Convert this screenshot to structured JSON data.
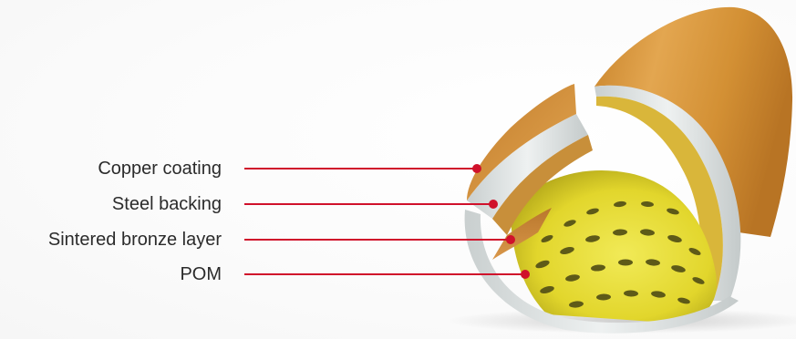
{
  "labels": [
    {
      "text": "Copper coating"
    },
    {
      "text": "Steel backing"
    },
    {
      "text": "Sintered bronze layer"
    },
    {
      "text": "POM"
    }
  ],
  "colors": {
    "leader_line": "#d0112b",
    "copper": "#d99a3f",
    "steel": "#dfe3e3",
    "pom": "#e8e13a",
    "pocket": "#5c5a1a",
    "label_text": "#2b2b2b"
  }
}
